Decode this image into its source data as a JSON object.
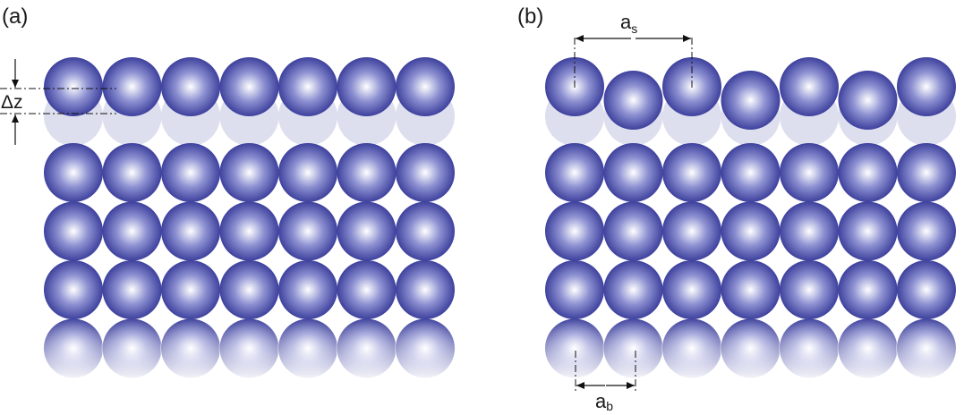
{
  "colors": {
    "atom_core": "#ffffff",
    "atom_mid": "#8e92d2",
    "atom_edge": "#2e3192",
    "ghost": "#d9dcec",
    "line": "#111111"
  },
  "panel_a": {
    "label": "(a)",
    "dz_label": "Δz",
    "rows": 4,
    "cols": 7,
    "has_faded_bottom_row": true,
    "surface": "relaxed"
  },
  "panel_b": {
    "label": "(b)",
    "as_label": "a",
    "as_subscript": "s",
    "ab_label": "a",
    "ab_subscript": "b",
    "rows": 4,
    "cols": 7,
    "has_faded_bottom_row": true,
    "surface": "reconstructed"
  }
}
